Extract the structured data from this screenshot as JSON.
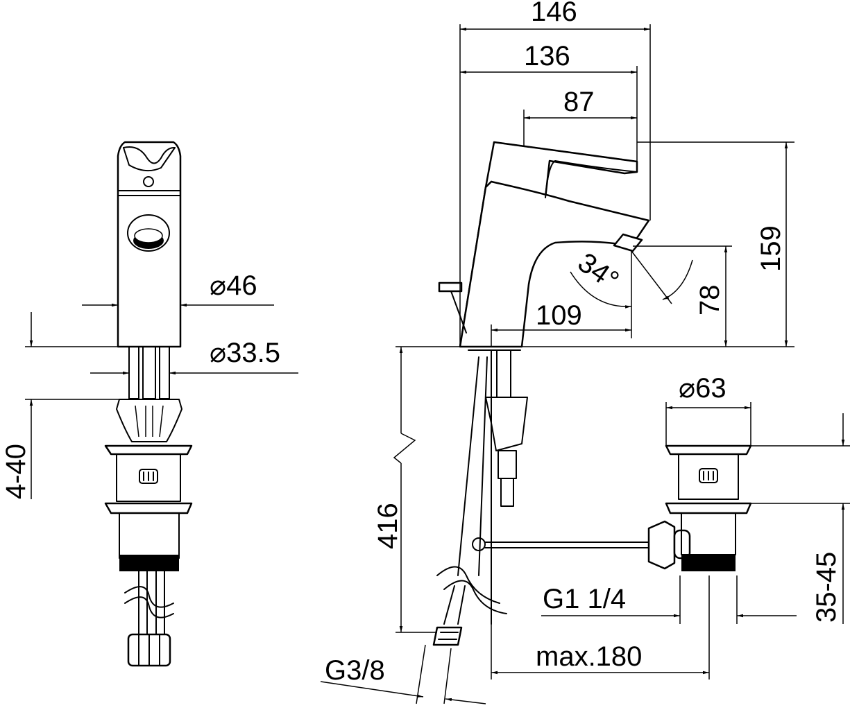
{
  "dimensions": {
    "overall_width": "146",
    "spout_reach": "136",
    "lever_reach": "87",
    "total_height": "159",
    "outlet_height": "78",
    "spout_angle": "34°",
    "outlet_offset": "109",
    "body_diameter": "⌀46",
    "mounting_shank_diameter": "⌀33.5",
    "countertop_thickness": "4-40",
    "hose_length": "416",
    "drain_diameter": "⌀63",
    "drain_depth": "35-45",
    "drain_thread": "G1 1/4",
    "hose_thread": "G3/8",
    "drain_rod_length": "max.180"
  }
}
